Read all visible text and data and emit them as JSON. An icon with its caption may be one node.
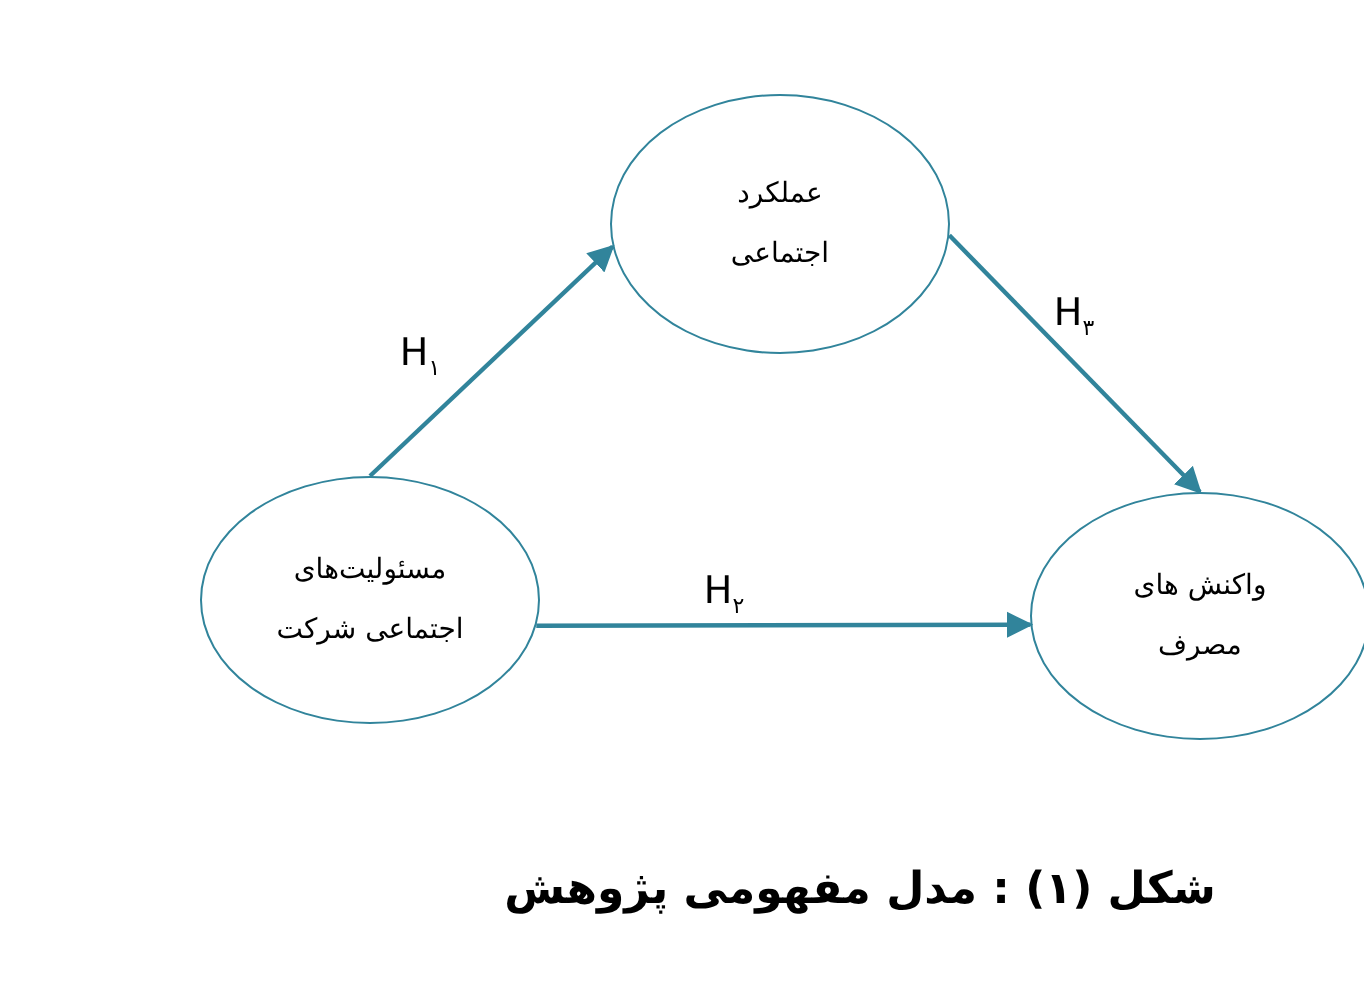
{
  "diagram": {
    "caption": "شکل (۱) : مدل مفهومی پژوهش",
    "nodes": [
      {
        "text": [
          "مسئولیت‌های اجتماعی شرکت"
        ]
      },
      {
        "text": [
          "عملکرد اجتماعی"
        ]
      },
      {
        "text": [
          "واکنش های مصرف"
        ]
      }
    ],
    "edges": [
      {
        "from": 0,
        "to": 1,
        "arrow": "to",
        "label": "H$_{۱}$"
      },
      {
        "from": 0,
        "to": 2,
        "arrow": "to",
        "label": "H$_{۲}$"
      },
      {
        "from": 1,
        "to": 2,
        "arrow": "to",
        "label": "H$_{۳}$"
      }
    ]
  }
}
